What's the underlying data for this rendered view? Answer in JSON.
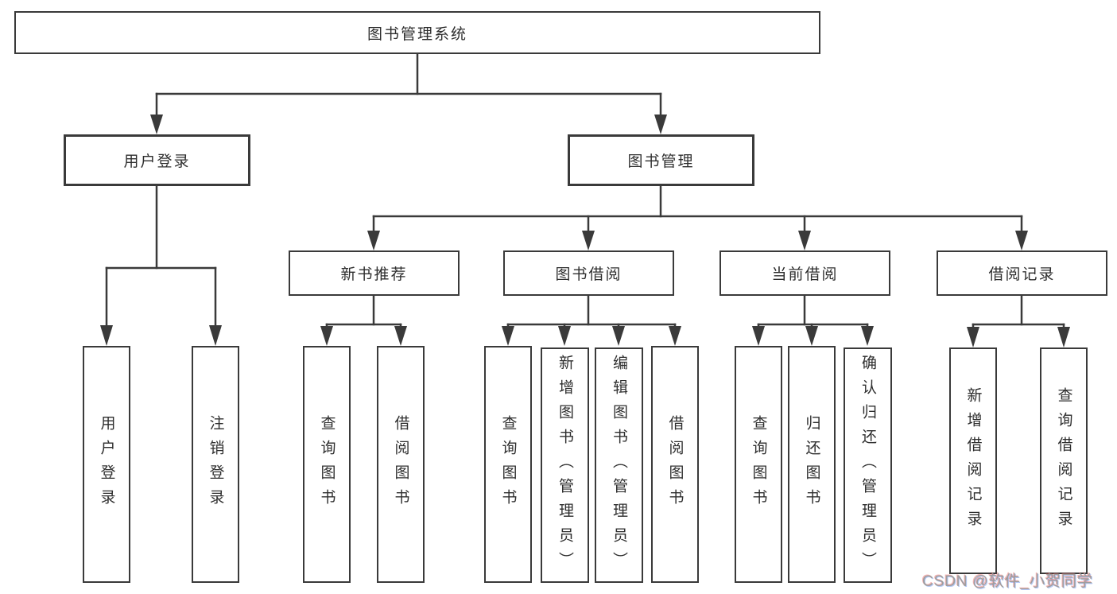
{
  "colors": {
    "line": "#3a3a3a",
    "box_border": "#3a3a3a",
    "box_fill": "#ffffff",
    "text": "#2e2e2e",
    "watermark_text": "#9e9e9e"
  },
  "tree": {
    "label": "图书管理系统",
    "children": [
      {
        "label": "用户登录",
        "children": [
          {
            "label": "用户登录"
          },
          {
            "label": "注销登录"
          }
        ]
      },
      {
        "label": "图书管理",
        "children": [
          {
            "label": "新书推荐",
            "children": [
              {
                "label": "查询图书"
              },
              {
                "label": "借阅图书"
              }
            ]
          },
          {
            "label": "图书借阅",
            "children": [
              {
                "label": "查询图书"
              },
              {
                "label": "新增图书（管理员）"
              },
              {
                "label": "编辑图书（管理员）"
              },
              {
                "label": "借阅图书"
              }
            ]
          },
          {
            "label": "当前借阅",
            "children": [
              {
                "label": "查询图书"
              },
              {
                "label": "归还图书"
              },
              {
                "label": "确认归还（管理员）"
              }
            ]
          },
          {
            "label": "借阅记录",
            "children": [
              {
                "label": "新增借阅记录"
              },
              {
                "label": "查询借阅记录"
              }
            ]
          }
        ]
      }
    ]
  },
  "watermark": {
    "text": "CSDN @软件_小贺同学"
  }
}
